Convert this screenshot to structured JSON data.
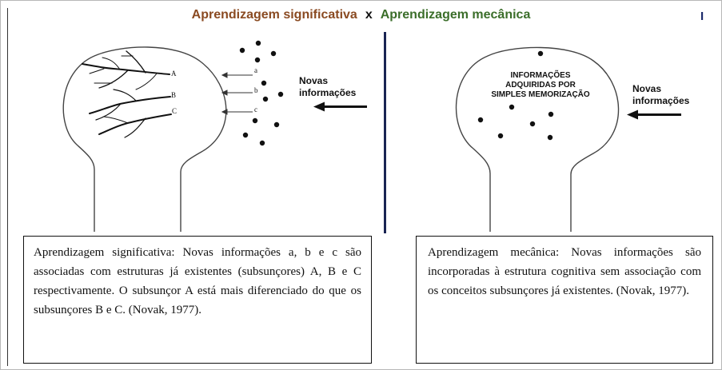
{
  "header": {
    "title_left": "Aprendizagem significativa",
    "title_x": "x",
    "title_right": "Aprendizagem mecânica",
    "corner_mark": "I"
  },
  "left_diagram": {
    "branch_labels": [
      "A",
      "B",
      "C"
    ],
    "arrow_labels": [
      "a",
      "b",
      "c"
    ],
    "new_info_line1": "Novas",
    "new_info_line2": "informações"
  },
  "right_diagram": {
    "memo_line1": "INFORMAÇÕES",
    "memo_line2": "ADQUIRIDAS POR",
    "memo_line3": "SIMPLES MEMORIZAÇÃO",
    "new_info_line1": "Novas",
    "new_info_line2": "informações"
  },
  "captions": {
    "left": "Aprendizagem significativa: Novas informações a, b e c são associadas com estruturas já existentes (subsunçores) A, B e C respectivamente. O subsunçor A está mais diferenciado do que os subsunçores B e C. (Novak, 1977).",
    "right": "Aprendizagem mecânica: Novas informações são incorporadas à estrutura cognitiva sem associação com os conceitos subsunçores já existentes. (Novak, 1977)."
  },
  "colors": {
    "title_left": "#8a4a21",
    "title_right": "#3b6e2a",
    "divider": "#1a2453"
  }
}
